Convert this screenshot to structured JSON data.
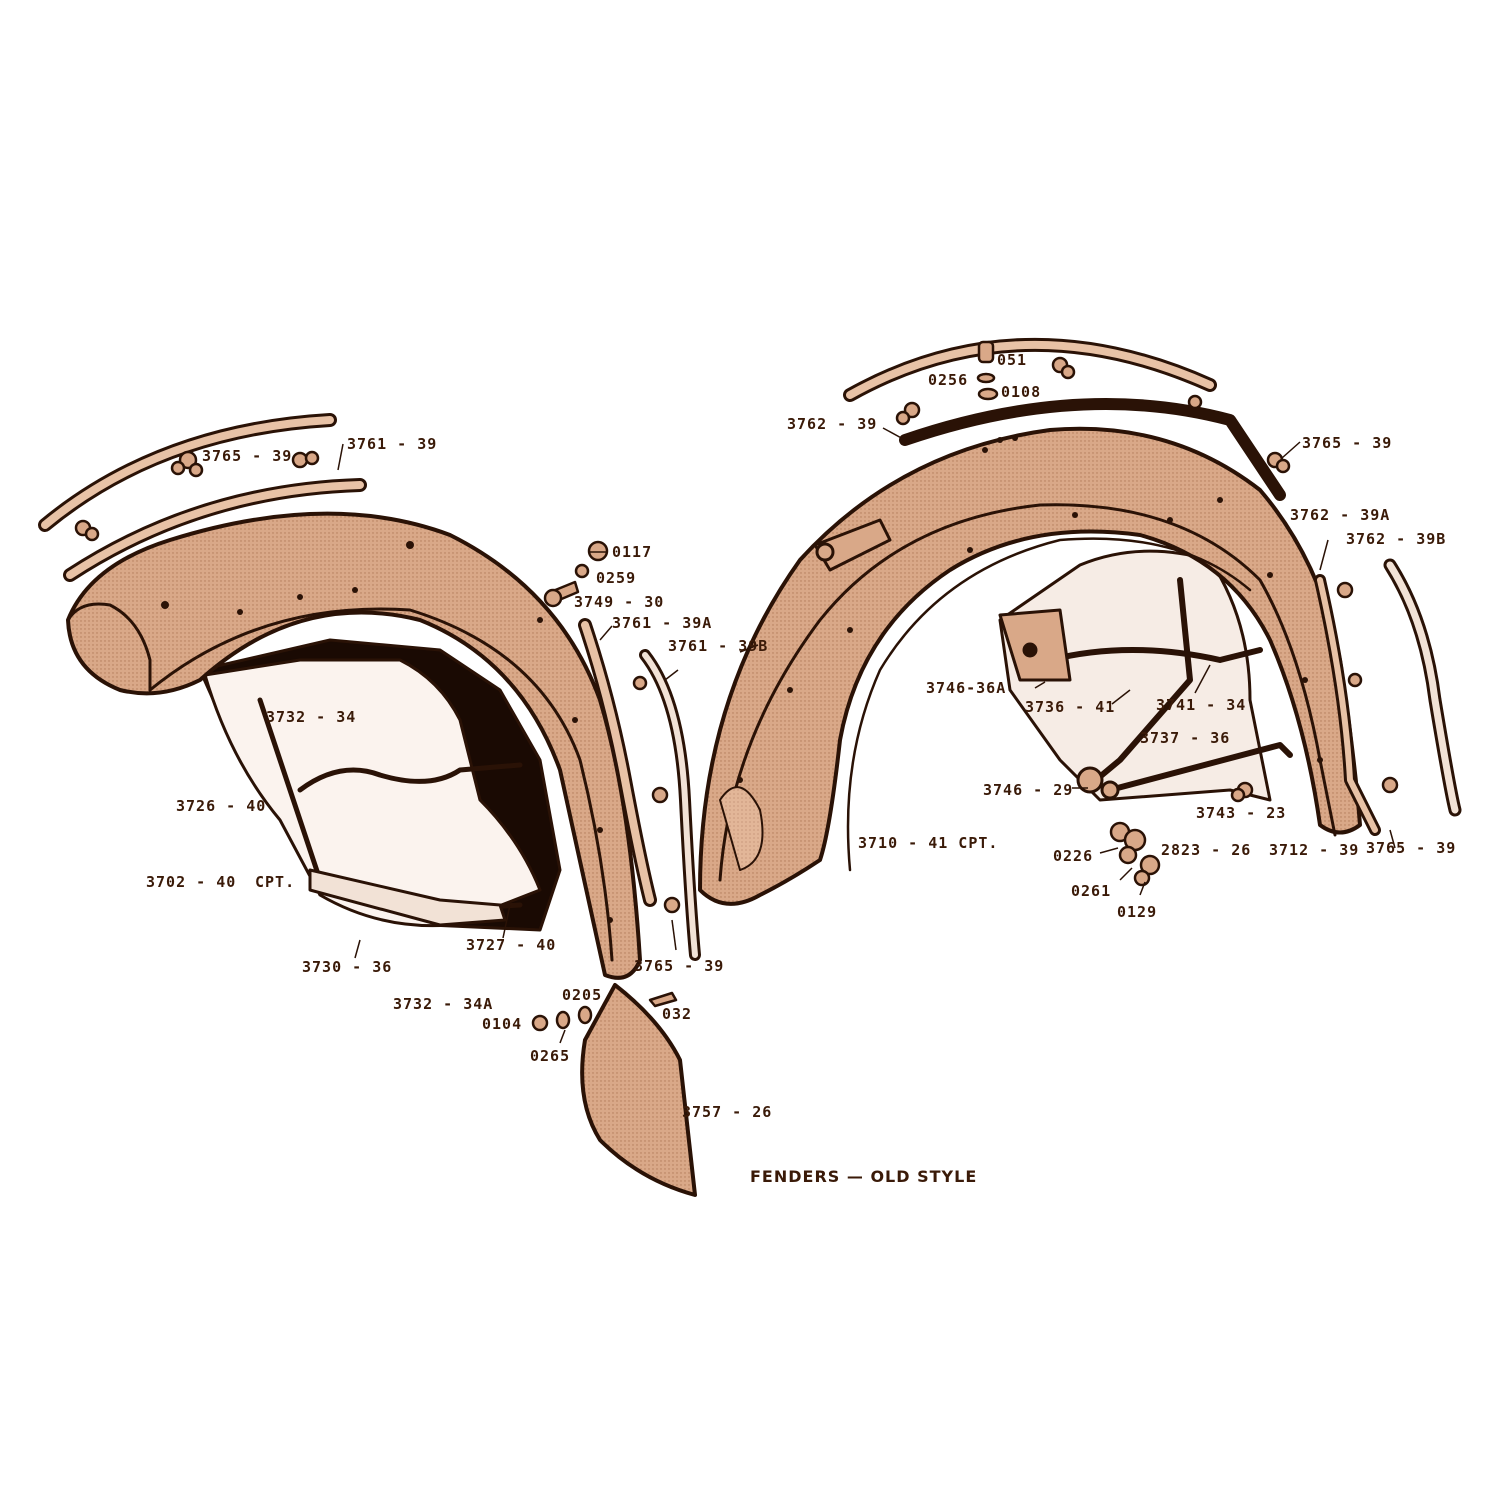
{
  "caption": "FENDERS — OLD STYLE",
  "colors": {
    "fender_fill": "#d9a888",
    "fender_shade": "#c48b66",
    "outline": "#2a1206",
    "label_text": "#3a1a08",
    "background": "#ffffff"
  },
  "labels": {
    "l3765_39_tl": "3765 - 39",
    "l3761_39": "3761 - 39",
    "l0117": "0117",
    "l0259": "0259",
    "l3749_30": "3749 - 30",
    "l3761_39A": "3761 - 39A",
    "l3761_39B": "3761 - 39B",
    "l3732_34": "3732 - 34",
    "l3726_40": "3726 - 40",
    "l3702_40": "3702 - 40",
    "lCPT_left": "CPT.",
    "l3727_40": "3727 - 40",
    "l3730_36": "3730 - 36",
    "l3732_34A": "3732 - 34A",
    "l3765_39_mid": "3765 - 39",
    "l0205": "0205",
    "l032": "032",
    "l0104": "0104",
    "l0265": "0265",
    "l3757_26": "3757 - 26",
    "l051": "051",
    "l0256": "0256",
    "l0108": "0108",
    "l3762_39": "3762 - 39",
    "l3765_39_tr": "3765 - 39",
    "l3762_39A": "3762 - 39A",
    "l3762_39B": "3762 - 39B",
    "l3746_36A": "3746-36A",
    "l3736_41": "3736 - 41",
    "l3741_34": "3741 - 34",
    "l3737_36": "3737 - 36",
    "l3746_29": "3746 - 29",
    "l3743_23": "3743 - 23",
    "l3710_41": "3710 - 41 CPT.",
    "l0226": "0226",
    "l2823_26": "2823 - 26",
    "l3712_39": "3712 - 39",
    "l3765_39_br": "3765 - 39",
    "l0261": "0261",
    "l0129": "0129"
  }
}
